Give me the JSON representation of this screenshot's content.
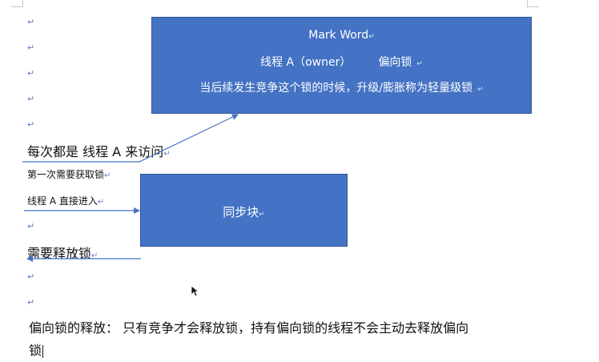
{
  "glyphs": {
    "para_mark": "↵",
    "para_mark_in_box": "↵"
  },
  "top_box": {
    "line1": "Mark Word",
    "line2_a": "线程 A（owner）",
    "line2_b": "偏向锁",
    "line3": "当后续发生竞争这个锁的时候，升级/膨胀称为轻量级锁"
  },
  "sync_box": {
    "label": "同步块"
  },
  "lines": {
    "visit": "每次都是   线程 A 来访问",
    "first_time": "第一次需要获取锁",
    "enter_direct": "线程 A 直接进入",
    "release": "需要释放锁"
  },
  "paragraph": {
    "line1": "偏向锁的释放：  只有竞争才会释放锁，持有偏向锁的线程不会主动去释放偏向",
    "line2": "锁"
  },
  "colors": {
    "box_fill": "#4472c4",
    "box_border": "#2f5597",
    "arrow": "#4472c4",
    "para_mark": "#5b7fc8"
  }
}
